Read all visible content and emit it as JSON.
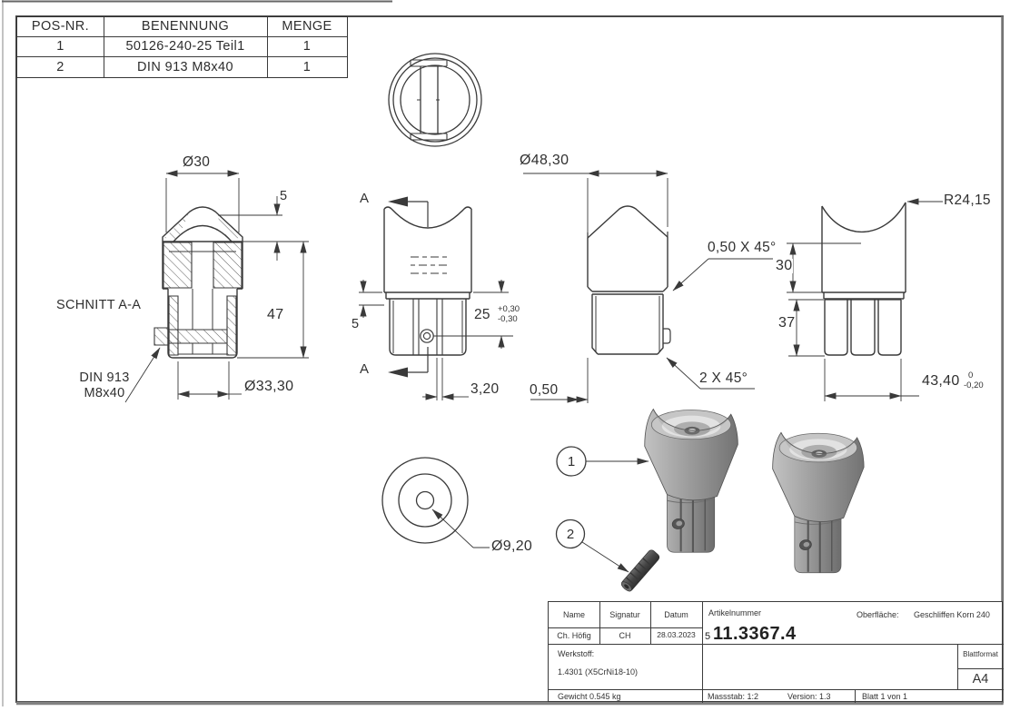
{
  "parts_table": {
    "headers": [
      "POS-NR.",
      "BENENNUNG",
      "MENGE"
    ],
    "rows": [
      [
        "1",
        "50126-240-25 Teil1",
        "1"
      ],
      [
        "2",
        "DIN 913 M8x40",
        "1"
      ]
    ]
  },
  "labels": {
    "section_title": "SCHNITT A-A",
    "din913_l1": "DIN 913",
    "din913_l2": "M8x40",
    "dia30": "Ø30",
    "dim5_section": "5",
    "dim47": "47",
    "dia3330": "Ø33,30",
    "letterA_top": "A",
    "letterA_bottom": "A",
    "dim25": "25",
    "tol25_plus": "+0,30",
    "tol25_minus": "-0,30",
    "dim5_front": "5",
    "dim320": "3,20",
    "dim050_gap": "0,50",
    "dia4830": "Ø48,30",
    "chamfer_small": "0,50 X 45°",
    "chamfer_big": "2 X 45°",
    "radius2415": "R24,15",
    "dim30": "30",
    "dim37": "37",
    "dim4340": "43,40",
    "tol4340_upper": "0",
    "tol4340_lower": "-0,20",
    "dia920": "Ø9,20",
    "balloon1": "1",
    "balloon2": "2"
  },
  "title_block": {
    "name_label": "Name",
    "signatur_label": "Signatur",
    "datum_label": "Datum",
    "name_value": "Ch. Höfig",
    "signatur_value": "CH",
    "datum_value": "28.03.2023",
    "artikelnummer_label": "Artikelnummer",
    "artikelnummer_prefix": "5",
    "artikelnummer_value": "11.3367.4",
    "oberflaeche_label": "Oberfläche:",
    "oberflaeche_value": "Geschliffen Korn 240",
    "werkstoff_label": "Werkstoff:",
    "werkstoff_value": "1.4301 (X5CrNi18-10)",
    "blattformat_label": "Blattformat",
    "blattformat_value": "A4",
    "gewicht": "Gewicht 0.545 kg",
    "massstab": "Massstab: 1:2",
    "version": "Version: 1.3",
    "blatt": "Blatt 1 von 1"
  },
  "colors": {
    "line": "#3a3a3a",
    "frame": "#484848",
    "render_gray": "#9c9c9c"
  }
}
